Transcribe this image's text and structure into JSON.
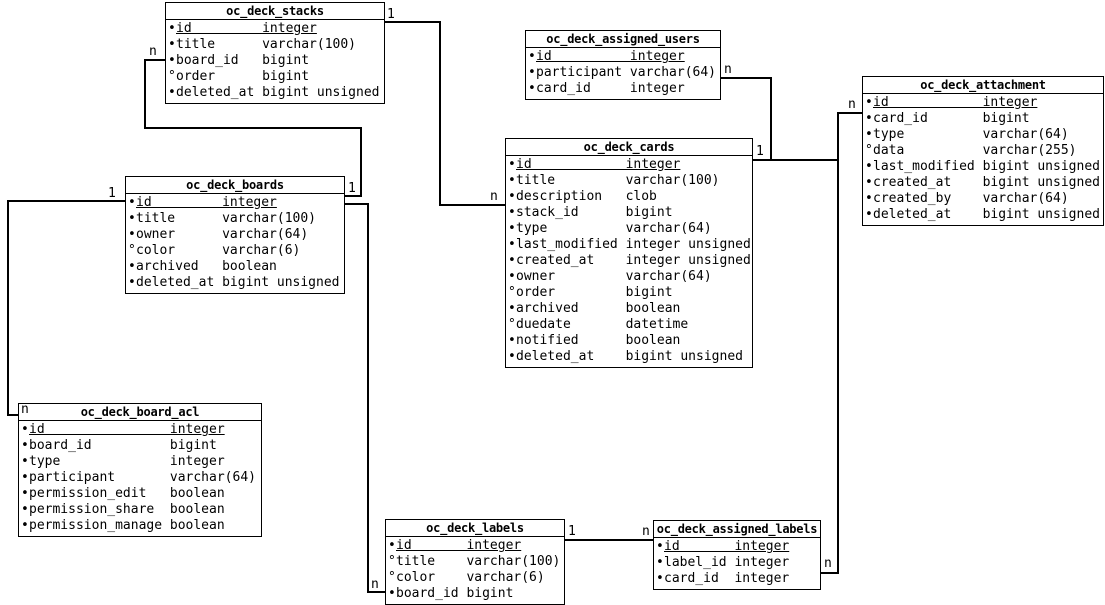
{
  "tables": {
    "stacks": {
      "name": "oc_deck_stacks",
      "fields": [
        {
          "name": "id",
          "type": "integer",
          "pk": true
        },
        {
          "name": "title",
          "type": "varchar(100)"
        },
        {
          "name": "board_id",
          "type": "bigint"
        },
        {
          "name": "order",
          "type": "bigint",
          "nullable": true
        },
        {
          "name": "deleted_at",
          "type": "bigint unsigned"
        }
      ]
    },
    "assigned_users": {
      "name": "oc_deck_assigned_users",
      "fields": [
        {
          "name": "id",
          "type": "integer",
          "pk": true
        },
        {
          "name": "participant",
          "type": "varchar(64)"
        },
        {
          "name": "card_id",
          "type": "integer"
        }
      ]
    },
    "attachment": {
      "name": "oc_deck_attachment",
      "fields": [
        {
          "name": "id",
          "type": "integer",
          "pk": true
        },
        {
          "name": "card_id",
          "type": "bigint"
        },
        {
          "name": "type",
          "type": "varchar(64)"
        },
        {
          "name": "data",
          "type": "varchar(255)",
          "nullable": true
        },
        {
          "name": "last_modified",
          "type": "bigint unsigned"
        },
        {
          "name": "created_at",
          "type": "bigint unsigned"
        },
        {
          "name": "created_by",
          "type": "varchar(64)"
        },
        {
          "name": "deleted_at",
          "type": "bigint unsigned"
        }
      ]
    },
    "boards": {
      "name": "oc_deck_boards",
      "fields": [
        {
          "name": "id",
          "type": "integer",
          "pk": true
        },
        {
          "name": "title",
          "type": "varchar(100)"
        },
        {
          "name": "owner",
          "type": "varchar(64)"
        },
        {
          "name": "color",
          "type": "varchar(6)",
          "nullable": true
        },
        {
          "name": "archived",
          "type": "boolean"
        },
        {
          "name": "deleted_at",
          "type": "bigint unsigned"
        }
      ]
    },
    "cards": {
      "name": "oc_deck_cards",
      "fields": [
        {
          "name": "id",
          "type": "integer",
          "pk": true
        },
        {
          "name": "title",
          "type": "varchar(100)"
        },
        {
          "name": "description",
          "type": "clob"
        },
        {
          "name": "stack_id",
          "type": "bigint"
        },
        {
          "name": "type",
          "type": "varchar(64)"
        },
        {
          "name": "last_modified",
          "type": "integer unsigned"
        },
        {
          "name": "created_at",
          "type": "integer unsigned"
        },
        {
          "name": "owner",
          "type": "varchar(64)"
        },
        {
          "name": "order",
          "type": "bigint",
          "nullable": true
        },
        {
          "name": "archived",
          "type": "boolean"
        },
        {
          "name": "duedate",
          "type": "datetime",
          "nullable": true
        },
        {
          "name": "notified",
          "type": "boolean"
        },
        {
          "name": "deleted_at",
          "type": "bigint unsigned"
        }
      ]
    },
    "board_acl": {
      "name": "oc_deck_board_acl",
      "fields": [
        {
          "name": "id",
          "type": "integer",
          "pk": true
        },
        {
          "name": "board_id",
          "type": "bigint"
        },
        {
          "name": "type",
          "type": "integer"
        },
        {
          "name": "participant",
          "type": "varchar(64)"
        },
        {
          "name": "permission_edit",
          "type": "boolean"
        },
        {
          "name": "permission_share",
          "type": "boolean"
        },
        {
          "name": "permission_manage",
          "type": "boolean"
        }
      ]
    },
    "labels": {
      "name": "oc_deck_labels",
      "fields": [
        {
          "name": "id",
          "type": "integer",
          "pk": true
        },
        {
          "name": "title",
          "type": "varchar(100)",
          "nullable": true
        },
        {
          "name": "color",
          "type": "varchar(6)",
          "nullable": true
        },
        {
          "name": "board_id",
          "type": "bigint"
        }
      ]
    },
    "assigned_labels": {
      "name": "oc_deck_assigned_labels",
      "fields": [
        {
          "name": "id",
          "type": "integer",
          "pk": true
        },
        {
          "name": "label_id",
          "type": "integer"
        },
        {
          "name": "card_id",
          "type": "integer"
        }
      ]
    }
  },
  "bullets": {
    "required": "•",
    "nullable": "°"
  },
  "relationships": [
    {
      "from": "oc_deck_stacks",
      "to": "oc_deck_cards",
      "from_label": "1",
      "to_label": "n"
    },
    {
      "from": "oc_deck_boards",
      "to": "oc_deck_stacks",
      "from_label": "1",
      "to_label": "n"
    },
    {
      "from": "oc_deck_boards",
      "to": "oc_deck_board_acl",
      "from_label": "1",
      "to_label": "n"
    },
    {
      "from": "oc_deck_boards",
      "to": "oc_deck_labels",
      "from_label": "1",
      "to_label": "n"
    },
    {
      "from": "oc_deck_cards",
      "to": "oc_deck_assigned_users",
      "from_label": "1",
      "to_label": "n"
    },
    {
      "from": "oc_deck_cards",
      "to": "oc_deck_attachment",
      "from_label": "1",
      "to_label": "n"
    },
    {
      "from": "oc_deck_cards",
      "to": "oc_deck_assigned_labels",
      "from_label": "1",
      "to_label": "n"
    },
    {
      "from": "oc_deck_labels",
      "to": "oc_deck_assigned_labels",
      "from_label": "1",
      "to_label": "n"
    }
  ],
  "colors": {
    "line": "#000000",
    "text": "#000000",
    "background": "#ffffff",
    "table_bg": "#ffffff"
  }
}
